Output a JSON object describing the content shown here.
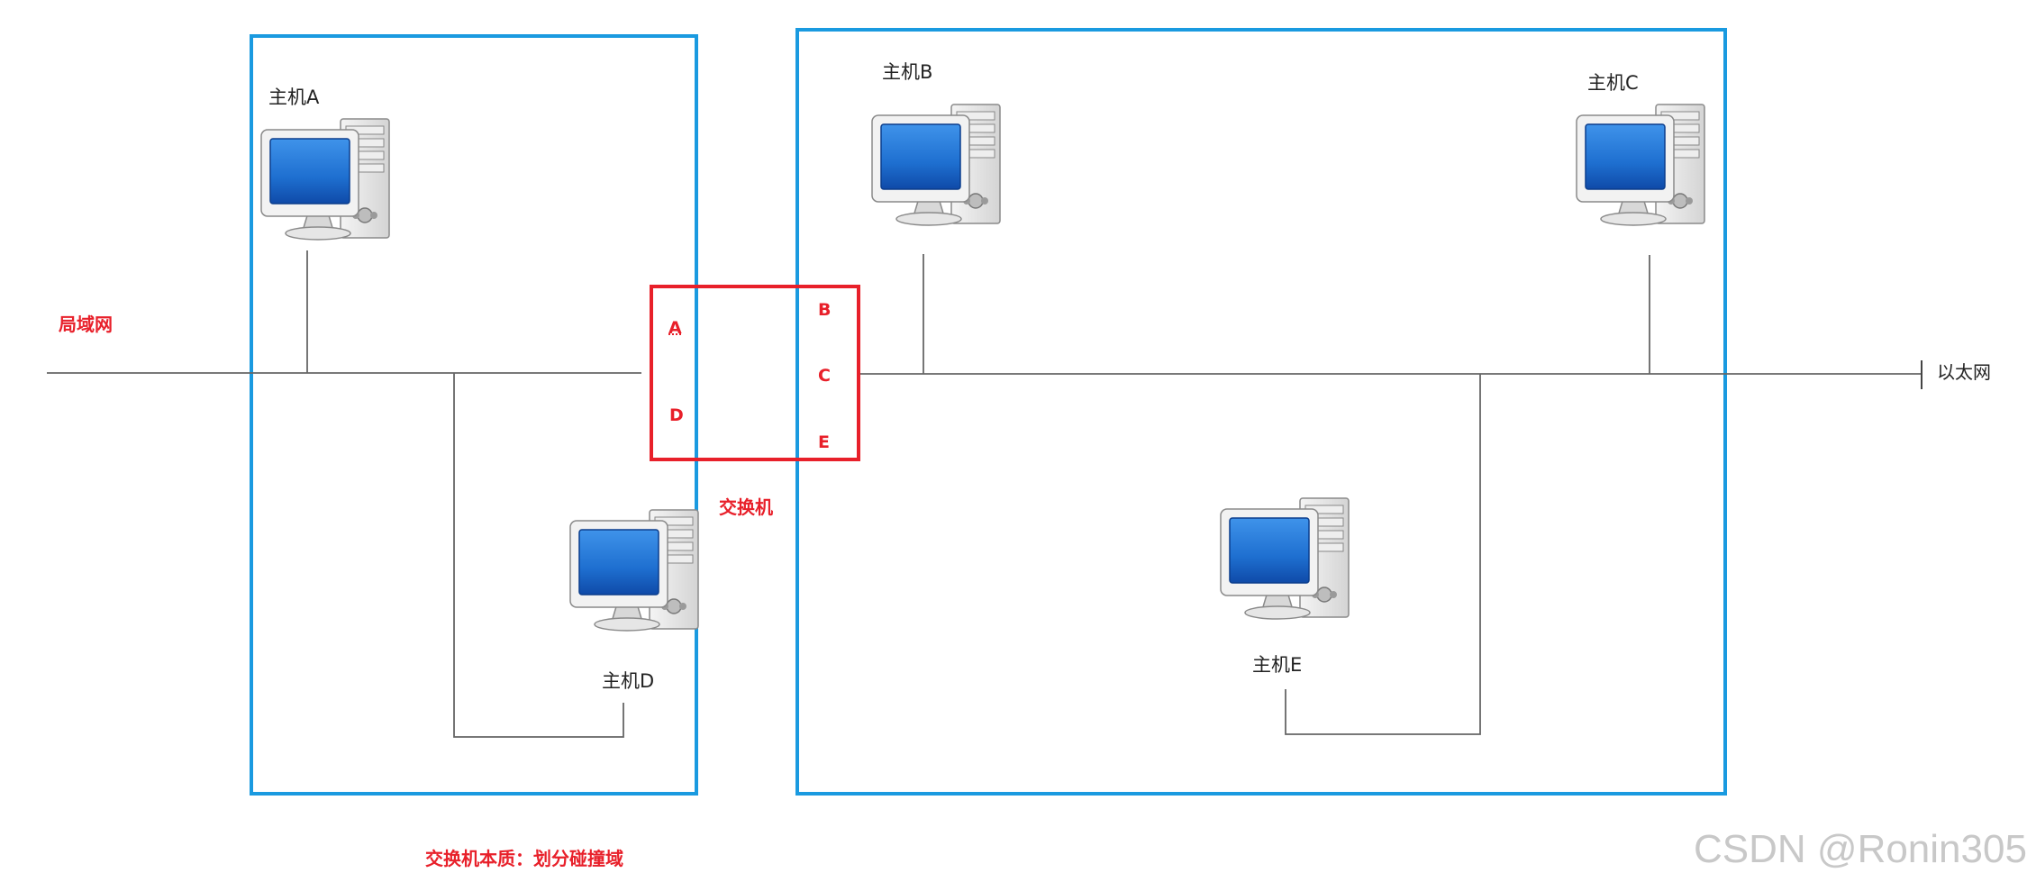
{
  "labels": {
    "lan": "局域网",
    "ethernet": "以太网",
    "switch": "交换机",
    "caption": "交换机本质：划分碰撞域",
    "watermark": "CSDN @Ronin305"
  },
  "hosts": [
    {
      "id": "A",
      "label": "主机A"
    },
    {
      "id": "B",
      "label": "主机B"
    },
    {
      "id": "C",
      "label": "主机C"
    },
    {
      "id": "D",
      "label": "主机D"
    },
    {
      "id": "E",
      "label": "主机E"
    }
  ],
  "ports": {
    "left": [
      "A",
      "D"
    ],
    "right": [
      "B",
      "C",
      "E"
    ]
  },
  "colors": {
    "domain_box": "#1a9ae0",
    "switch_box": "#e8202a",
    "wire": "#666666",
    "screen": "#1e6fd0"
  },
  "icons": {
    "host": "desktop-computer-icon"
  }
}
